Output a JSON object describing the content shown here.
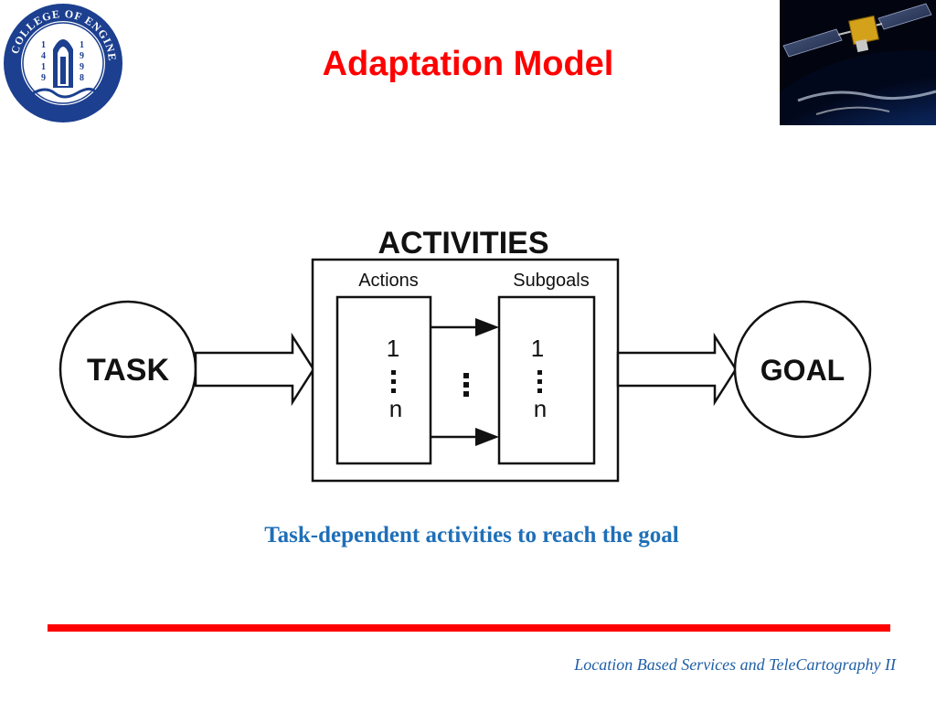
{
  "slide": {
    "title": "Adaptation Model",
    "caption": "Task-dependent activities to reach the goal",
    "footer": "Location Based Services and TeleCartography II"
  },
  "logo": {
    "ring_text": "COLLEGE OF ENGINEERING",
    "year_left": [
      "1",
      "4",
      "1",
      "9"
    ],
    "year_right": [
      "1",
      "9",
      "9",
      "8"
    ]
  },
  "diagram": {
    "task_label": "TASK",
    "goal_label": "GOAL",
    "activities_label": "ACTIVITIES",
    "actions_label": "Actions",
    "subgoals_label": "Subgoals",
    "actions_first": "1",
    "actions_last": "n",
    "subgoals_first": "1",
    "subgoals_last": "n"
  },
  "colors": {
    "title": "#ff0000",
    "caption": "#1f6fb8",
    "footer_text": "#1f5fa6",
    "rule": "#ff0000"
  }
}
